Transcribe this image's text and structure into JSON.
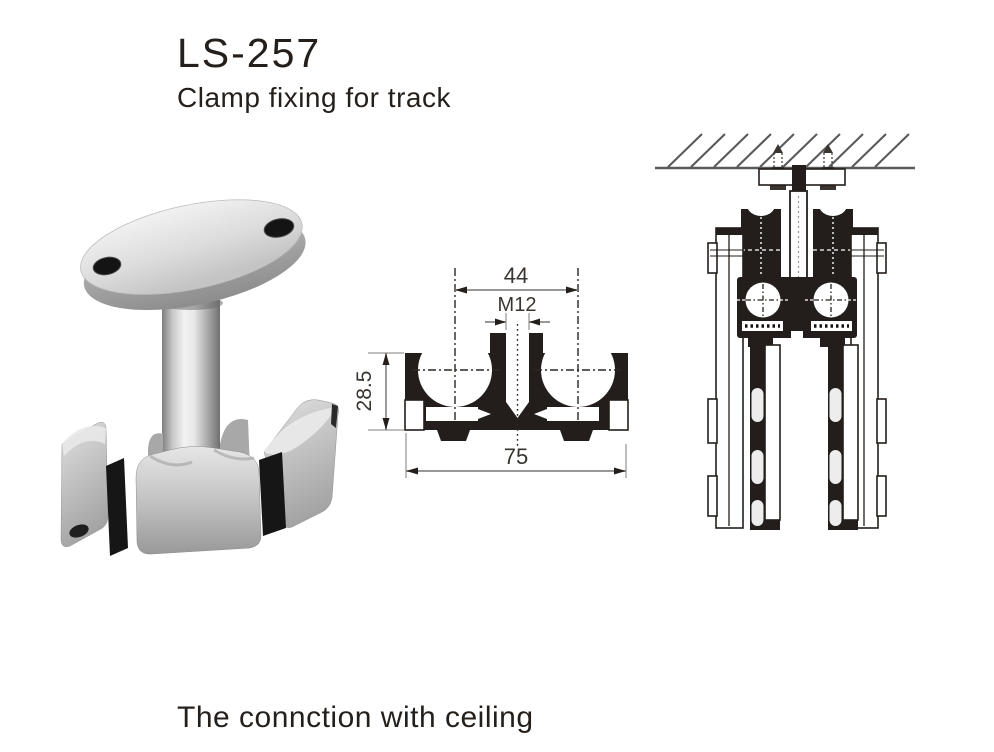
{
  "product": {
    "code": "LS-257",
    "description": "Clamp fixing for track"
  },
  "caption": "The connction with ceiling",
  "dimensions": {
    "center_distance": "44",
    "thread_size": "M12",
    "clamp_height": "28.5",
    "overall_width": "75"
  },
  "colors": {
    "ink": "#231e1b",
    "dimension_line": "#8a8a8a",
    "dimension_text": "#3a3430",
    "background": "#ffffff"
  }
}
